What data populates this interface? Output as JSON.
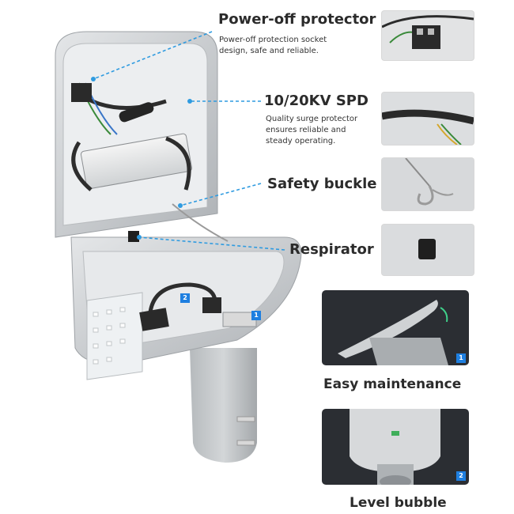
{
  "features": [
    {
      "title": "Power-off protector",
      "desc": [
        "Power-off protection socket",
        "design, safe and reliable."
      ]
    },
    {
      "title": "10/20KV SPD",
      "desc": [
        "Quality surge protector",
        "ensures reliable and",
        "steady operating."
      ]
    },
    {
      "title": "Safety buckle",
      "desc": []
    },
    {
      "title": "Respirator",
      "desc": []
    }
  ],
  "panels": [
    {
      "caption": "Easy maintenance",
      "badge": "1"
    },
    {
      "caption": "Level bubble",
      "badge": "2"
    }
  ],
  "markers": [
    "1",
    "2"
  ],
  "colors": {
    "accent": "#1e7fe0",
    "callout_line": "#2f9be0",
    "housing": "#c9cccf"
  }
}
